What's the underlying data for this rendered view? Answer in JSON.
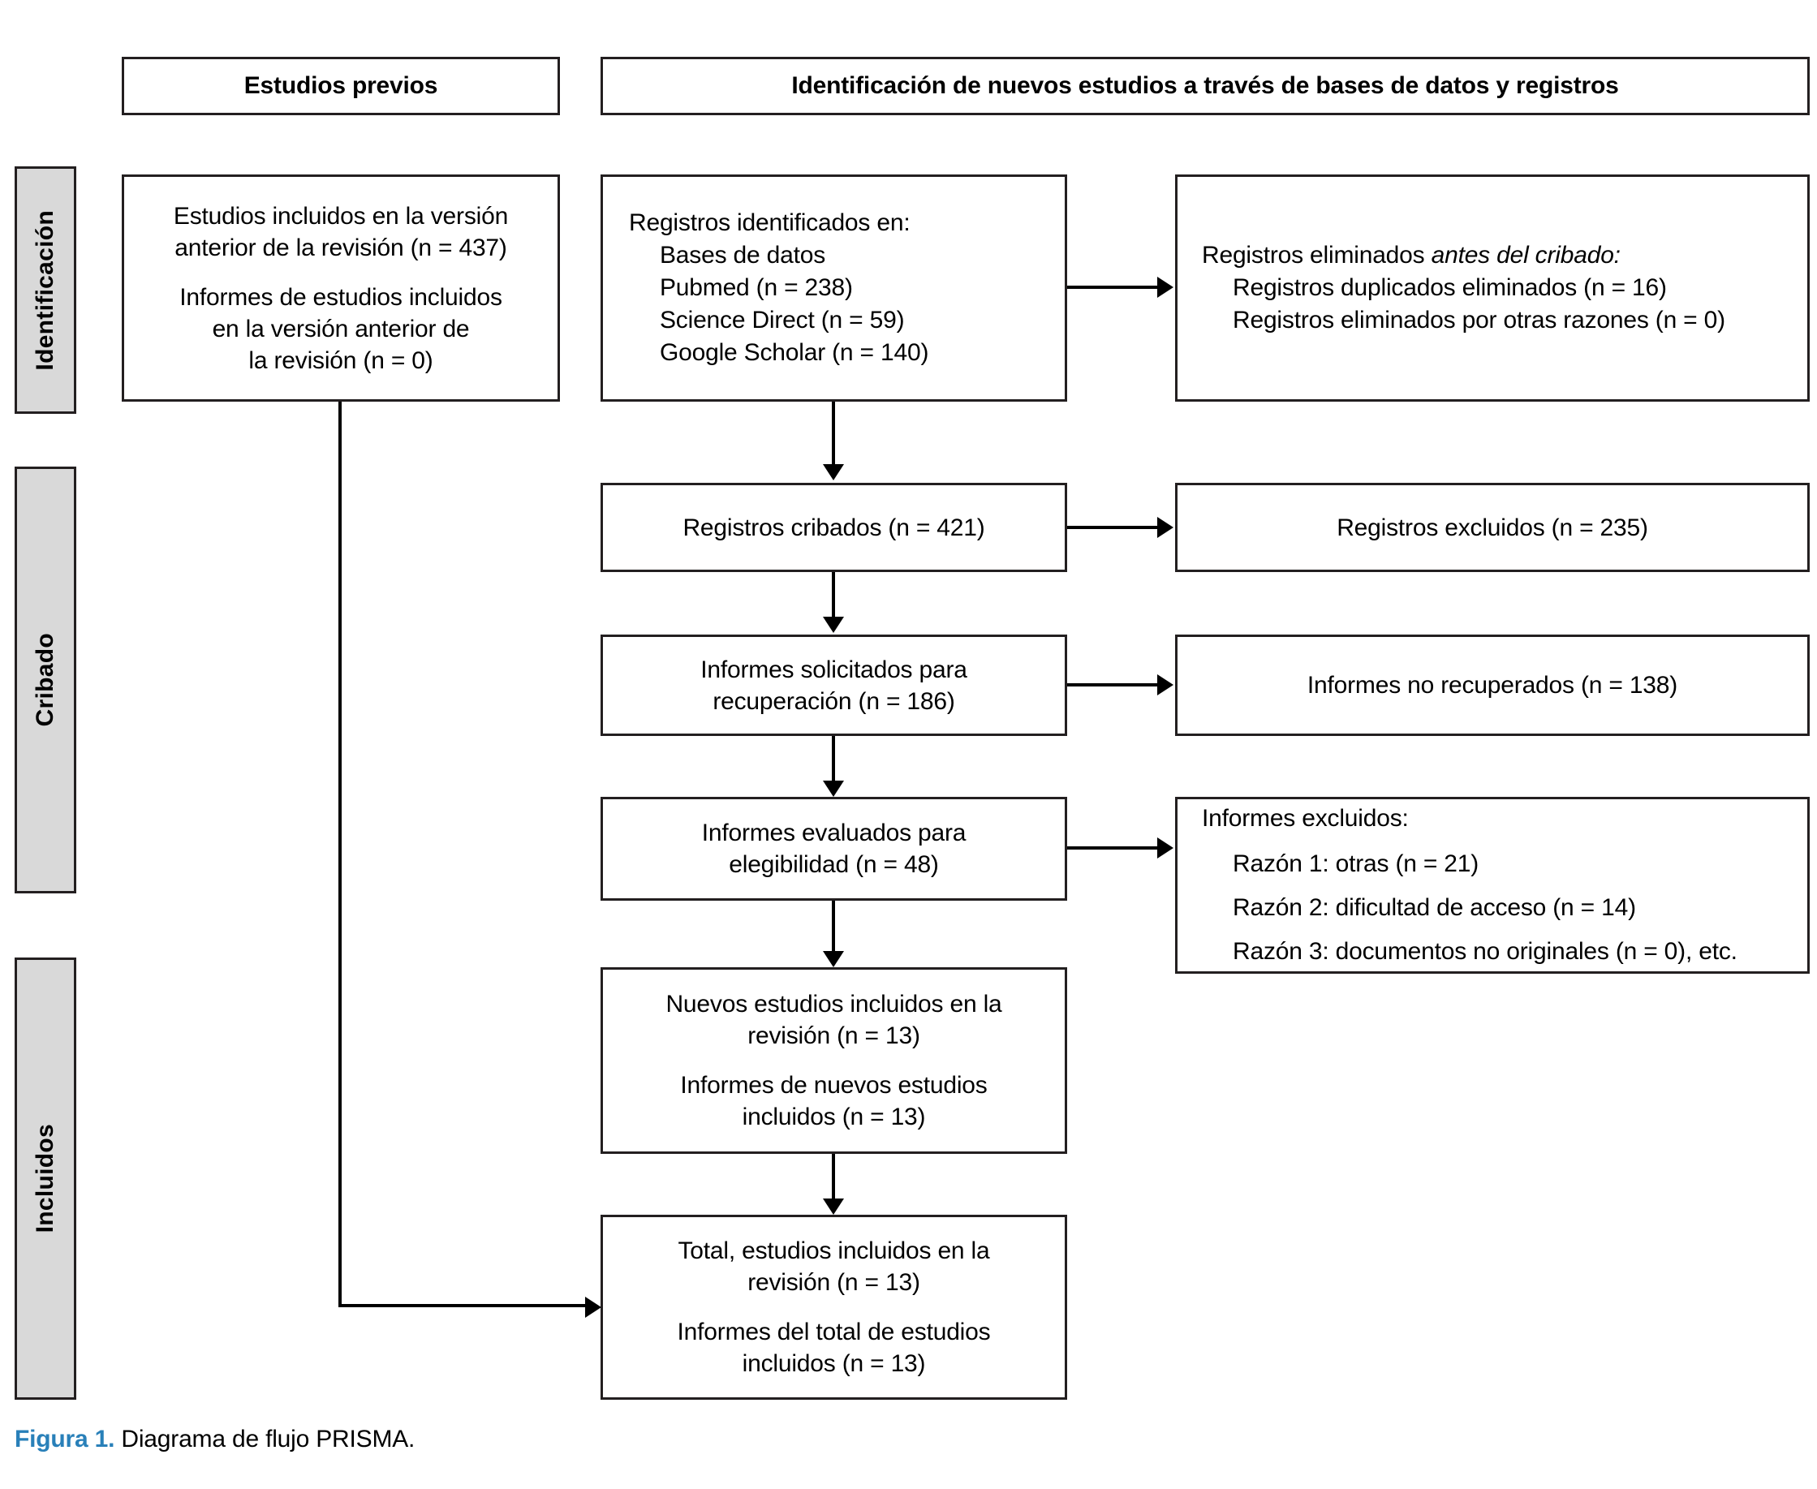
{
  "figure": {
    "label": "Figura 1.",
    "caption": "Diagrama de flujo PRISMA."
  },
  "headers": {
    "previous": "Estudios previos",
    "new": "Identificación de nuevos estudios a través de bases de datos y registros"
  },
  "stages": [
    {
      "name": "identification",
      "label": "Identificación"
    },
    {
      "name": "screening",
      "label": "Cribado"
    },
    {
      "name": "included",
      "label": "Incluidos"
    }
  ],
  "boxes": {
    "previous_studies": {
      "line1": "Estudios incluidos en la versión",
      "line2": "anterior de la revisión (n = 437)",
      "line3": "Informes de estudios incluidos",
      "line4": "en la versión anterior de",
      "line5": "la revisión (n = 0)"
    },
    "records_identified": {
      "title": "Registros identificados en:",
      "items": [
        "Bases de datos",
        "Pubmed (n = 238)",
        "Science Direct (n = 59)",
        "Google Scholar (n = 140)"
      ]
    },
    "records_removed": {
      "title_plain": "Registros eliminados ",
      "title_italic": "antes del cribado:",
      "items": [
        "Registros duplicados eliminados (n = 16)",
        "Registros eliminados por otras razones (n = 0)"
      ]
    },
    "records_screened": {
      "text": "Registros cribados (n = 421)"
    },
    "records_excluded": {
      "text": "Registros excluidos (n = 235)"
    },
    "reports_sought": {
      "line1": "Informes solicitados para",
      "line2": "recuperación (n = 186)"
    },
    "reports_not_retrieved": {
      "text": "Informes no recuperados (n = 138)"
    },
    "reports_assessed": {
      "line1": "Informes evaluados para",
      "line2": "elegibilidad (n = 48)"
    },
    "reports_excluded": {
      "title": "Informes excluidos:",
      "items": [
        "Razón 1: otras (n = 21)",
        "Razón 2: dificultad de acceso (n = 14)",
        "Razón 3: documentos no originales (n = 0), etc."
      ]
    },
    "new_studies_included": {
      "line1": "Nuevos estudios incluidos en la",
      "line2": "revisión (n = 13)",
      "line3": "Informes de nuevos estudios",
      "line4": "incluidos (n = 13)"
    },
    "total_studies_included": {
      "line1": "Total, estudios incluidos en la",
      "line2": "revisión (n = 13)",
      "line3": "Informes del total de estudios",
      "line4": "incluidos (n = 13)"
    }
  },
  "colors": {
    "accent_blue": "#2980b9",
    "stage_fill": "#d9d9d9",
    "stroke": "#231f20"
  }
}
